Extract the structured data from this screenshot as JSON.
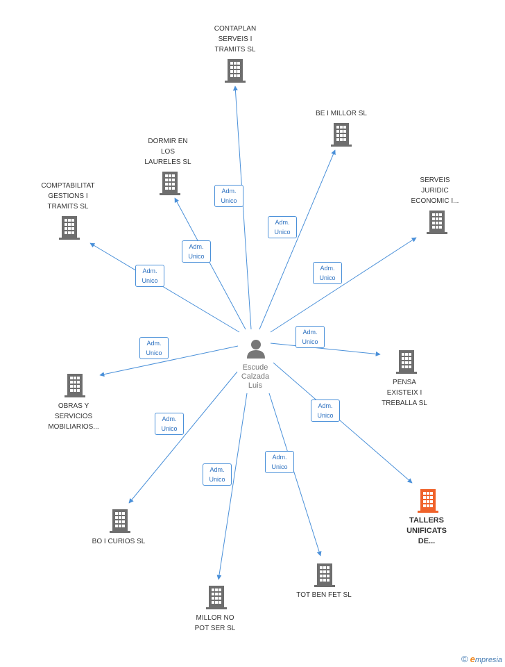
{
  "colors": {
    "edge": "#4a90d9",
    "building": "#6e6e6e",
    "highlight": "#f0622a",
    "person": "#777777"
  },
  "center": {
    "name": "Escude\nCalzada\nLuis"
  },
  "edge_label": "Adm.\nUnico",
  "nodes": [
    {
      "id": "contaplan",
      "name": "CONTAPLAN\nSERVEIS I\nTRAMITS SL",
      "highlight": false
    },
    {
      "id": "beimillor",
      "name": "BE I MILLOR  SL",
      "highlight": false
    },
    {
      "id": "dormir",
      "name": "DORMIR EN\nLOS\nLAURELES  SL",
      "highlight": false
    },
    {
      "id": "comptabilitat",
      "name": "COMPTABILITAT\nGESTIONS I\nTRAMITS SL",
      "highlight": false
    },
    {
      "id": "serveis",
      "name": "SERVEIS\nJURIDIC\nECONOMIC I...",
      "highlight": false
    },
    {
      "id": "pensa",
      "name": "PENSA\nEXISTEIX I\nTREBALLA  SL",
      "highlight": false
    },
    {
      "id": "obras",
      "name": "OBRAS Y\nSERVICIOS\nMOBILIARIOS...",
      "highlight": false
    },
    {
      "id": "tallers",
      "name": "TALLERS\nUNIFICATS\nDE...",
      "highlight": true
    },
    {
      "id": "bocurios",
      "name": "BO I CURIOS  SL",
      "highlight": false
    },
    {
      "id": "totbenfet",
      "name": "TOT BEN FET  SL",
      "highlight": false
    },
    {
      "id": "millorno",
      "name": "MILLOR NO\nPOT SER  SL",
      "highlight": false
    }
  ],
  "footer": {
    "copyright": "©",
    "brand_first": "e",
    "brand_rest": "mpresia"
  }
}
